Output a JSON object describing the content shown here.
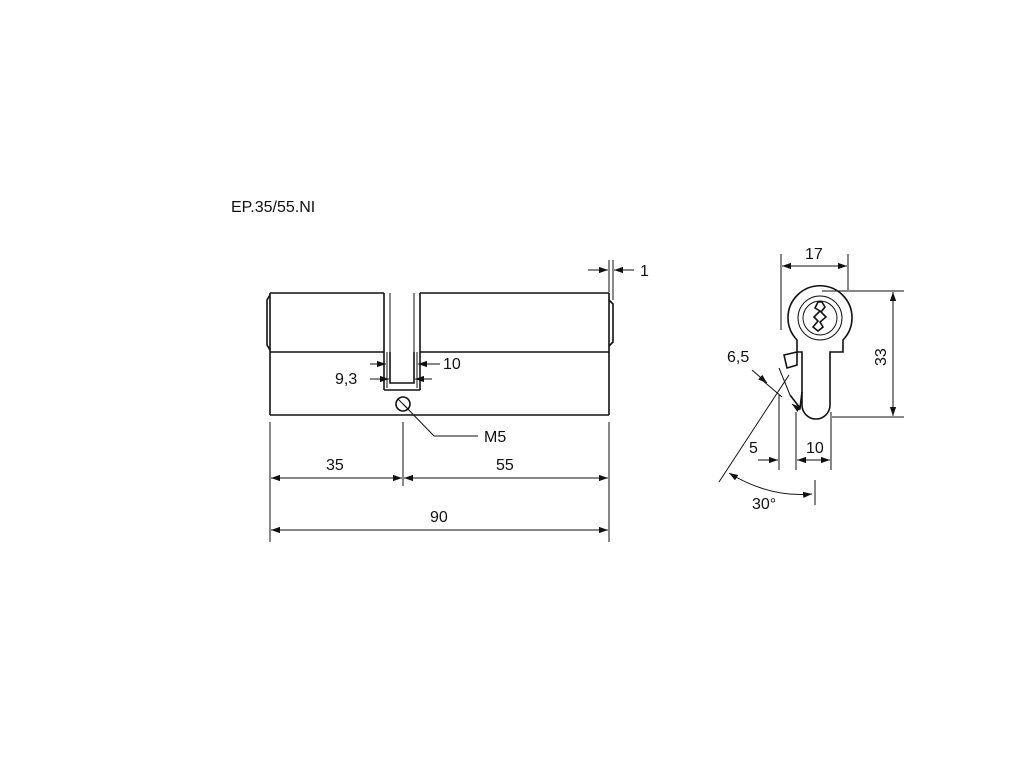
{
  "title": "EP.35/55.NI",
  "dimensions": {
    "gap": "1",
    "cam_width_a": "9,3",
    "cam_width_b": "10",
    "screw": "M5",
    "left_length": "35",
    "right_length": "55",
    "total_length": "90",
    "profile_width": "17",
    "profile_height": "33",
    "cam_thickness": "6,5",
    "cam_offset": "5",
    "bottom_width": "10",
    "angle": "30°"
  }
}
